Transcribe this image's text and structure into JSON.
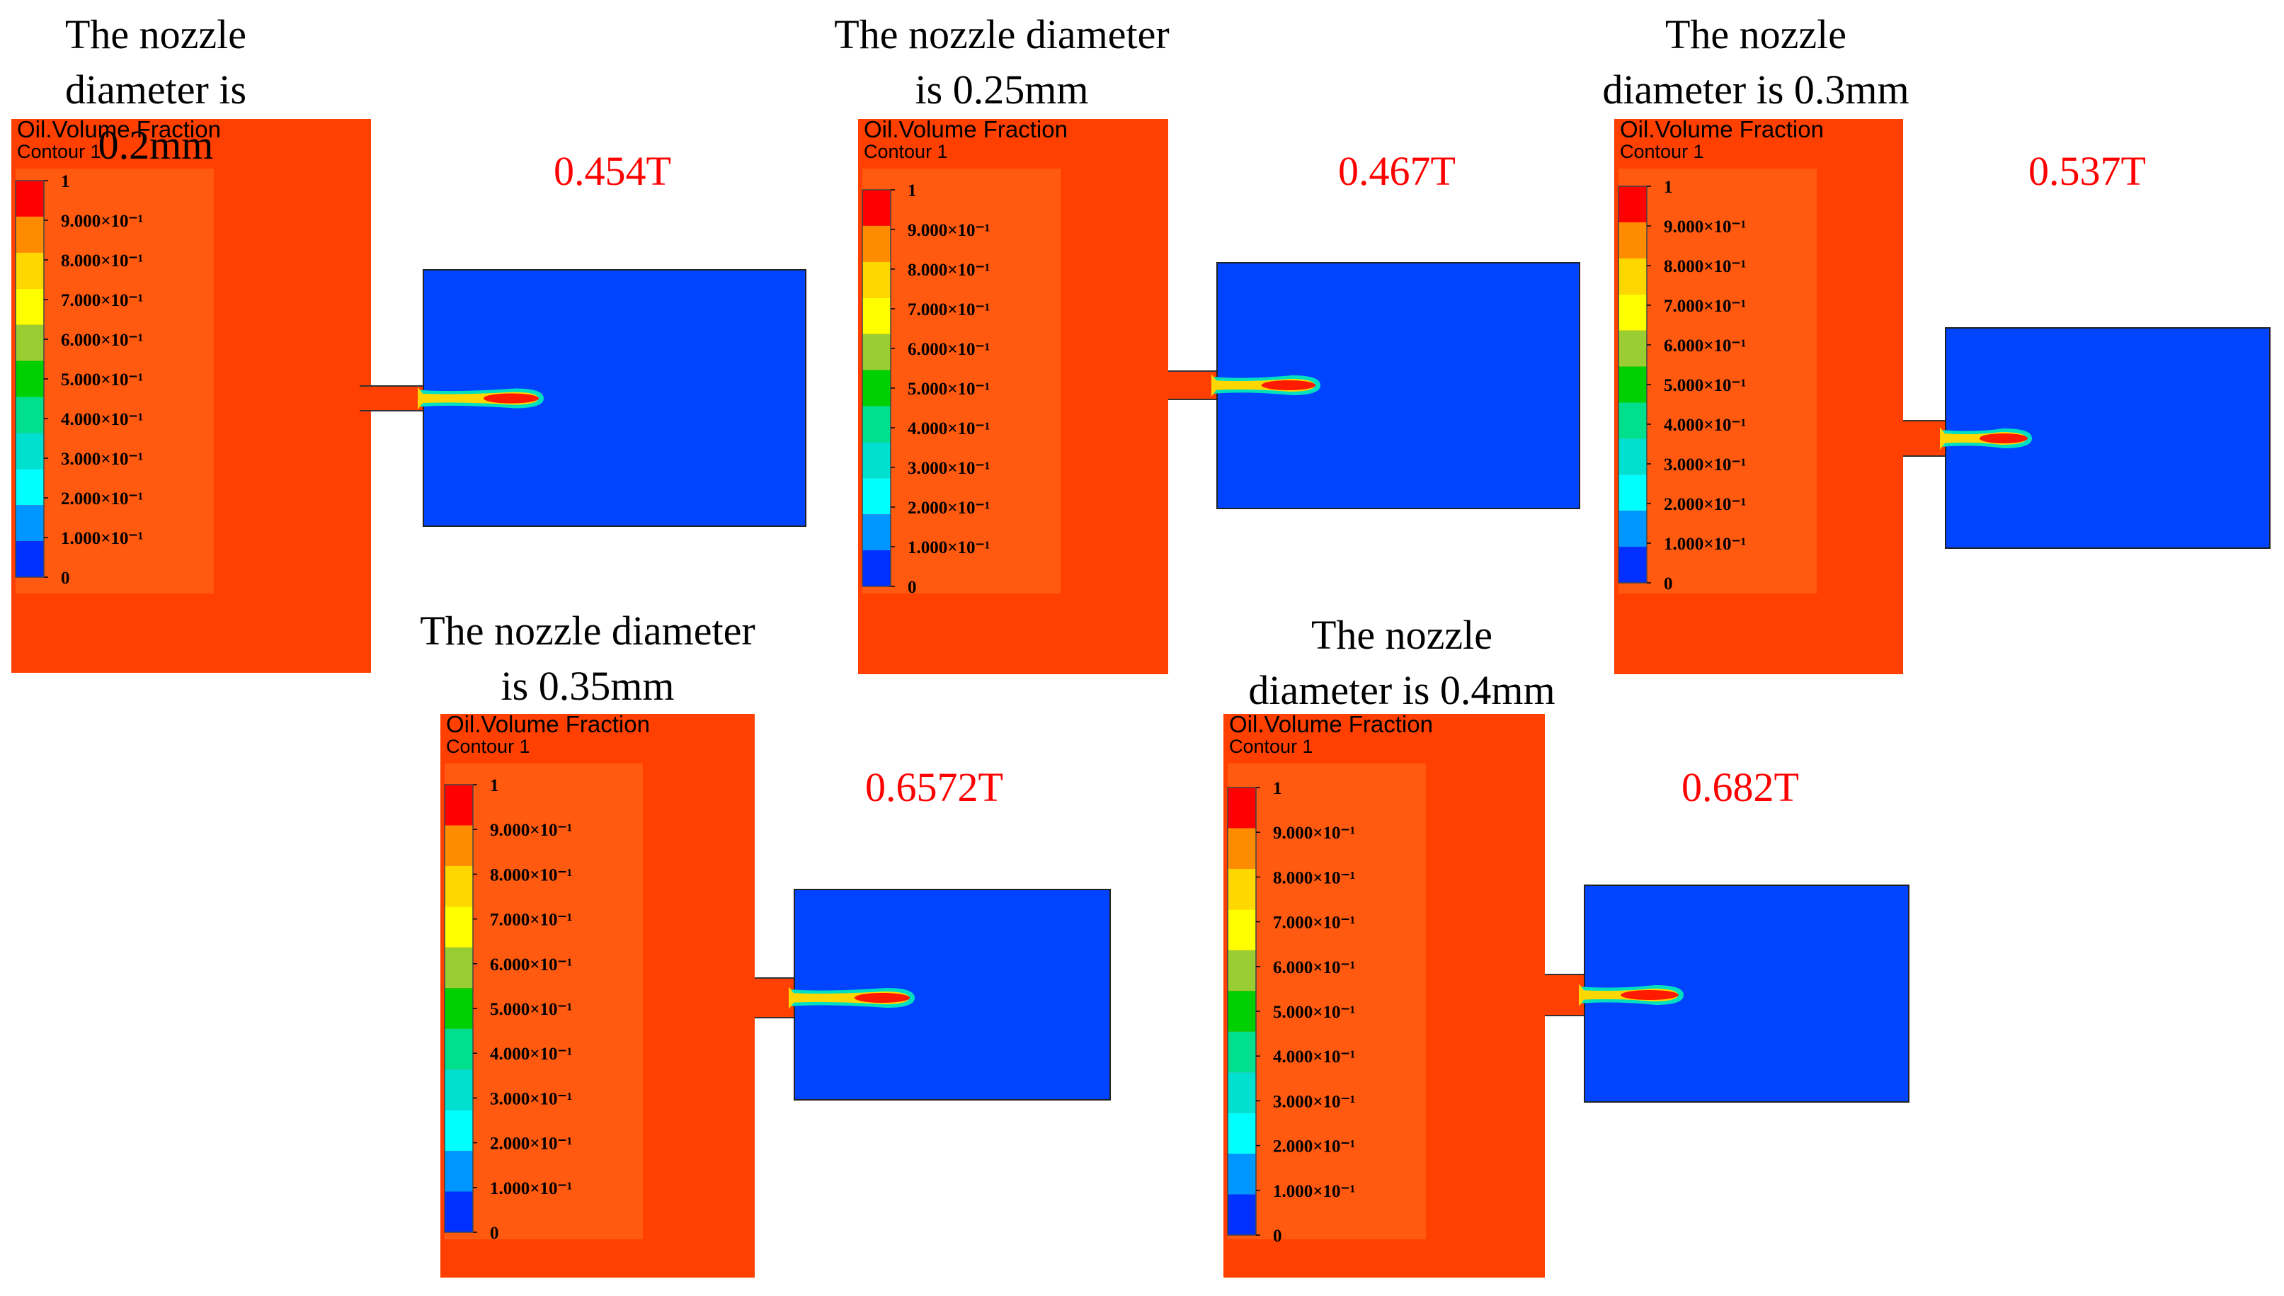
{
  "panels": [
    {
      "id": "d020",
      "title": "The nozzle\ndiameter is 0.2mm",
      "time": "0.454T"
    },
    {
      "id": "d025",
      "title": "The nozzle diameter\nis 0.25mm",
      "time": "0.467T"
    },
    {
      "id": "d030",
      "title": "The nozzle\ndiameter is 0.3mm",
      "time": "0.537T"
    },
    {
      "id": "d035",
      "title": "The nozzle diameter\nis 0.35mm",
      "time": "0.6572T"
    },
    {
      "id": "d040",
      "title": "The nozzle\ndiameter is 0.4mm",
      "time": "0.682T"
    }
  ],
  "legend": {
    "title": "Oil.Volume Fraction",
    "subtitle": "Contour 1",
    "ticks": [
      "1",
      "9.000×10⁻¹",
      "8.000×10⁻¹",
      "7.000×10⁻¹",
      "6.000×10⁻¹",
      "5.000×10⁻¹",
      "4.000×10⁻¹",
      "3.000×10⁻¹",
      "2.000×10⁻¹",
      "1.000×10⁻¹",
      "0"
    ],
    "colors": [
      "#ff0000",
      "#ff8c00",
      "#ffd700",
      "#ffff00",
      "#9acd32",
      "#00d000",
      "#00e08c",
      "#00e0d0",
      "#00ffff",
      "#0096ff",
      "#0030ff"
    ]
  },
  "fluid_colors": {
    "oil": "#ff4000",
    "air": "#0044ff",
    "legend_bg": "#ff5a10",
    "plume_core": "#ff1a00"
  }
}
